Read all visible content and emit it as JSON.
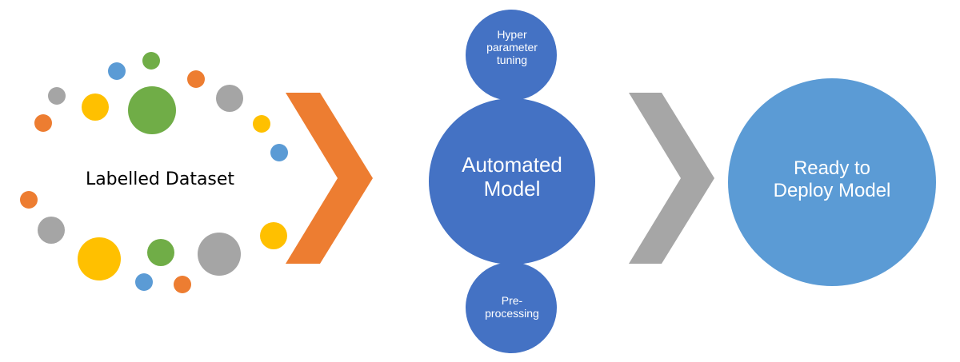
{
  "dataset": {
    "label": "Labelled Dataset"
  },
  "steps": {
    "hyper": {
      "lines": [
        "Hyper",
        "parameter",
        "tuning"
      ]
    },
    "automated": {
      "lines": [
        "Automated",
        "Model"
      ]
    },
    "preprocessing": {
      "lines": [
        "Pre-",
        "processing"
      ]
    },
    "ready": {
      "lines": [
        "Ready to",
        "Deploy Model"
      ]
    }
  },
  "colors": {
    "orange": "#ED7D31",
    "green": "#70AD47",
    "blue": "#5B9BD5",
    "gray": "#A5A5A5",
    "yellow": "#FFC000",
    "dark_blue": "#4472C4",
    "arrow_gray": "#A6A6A6"
  }
}
